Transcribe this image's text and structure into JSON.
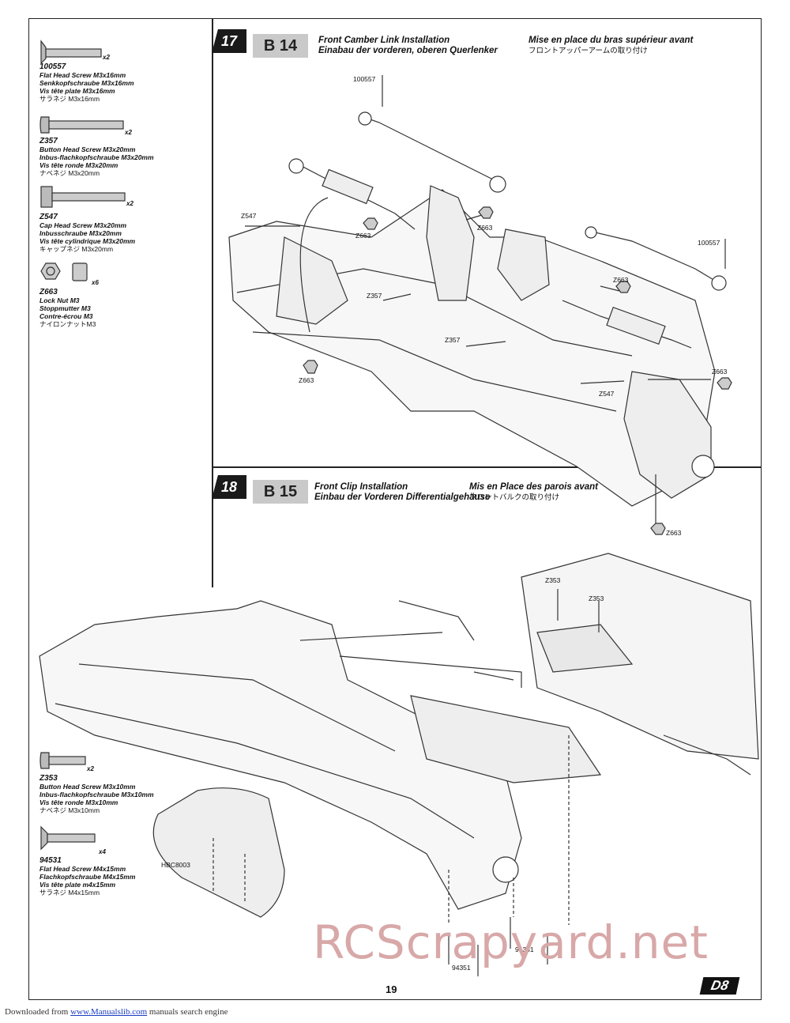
{
  "parts_top": [
    {
      "code": "100557",
      "qty": "x2",
      "en": "Flat Head Screw M3x16mm",
      "de": "Senkkopfschraube M3x16mm",
      "fr": "Vis tête plate M3x16mm",
      "jp": "サラネジ M3x16mm"
    },
    {
      "code": "Z357",
      "qty": "x2",
      "en": "Button Head Screw M3x20mm",
      "de": "Inbus-flachkopfschraube M3x20mm",
      "fr": "Vis tête ronde M3x20mm",
      "jp": "ナベネジ M3x20mm"
    },
    {
      "code": "Z547",
      "qty": "x2",
      "en": "Cap Head Screw M3x20mm",
      "de": "Inbusschraube M3x20mm",
      "fr": "Vis tête cylindrique M3x20mm",
      "jp": "キャップネジ M3x20mm"
    },
    {
      "code": "Z663",
      "qty": "x6",
      "en": "Lock Nut M3",
      "de": "Stoppmutter M3",
      "fr": "Contre-écrou M3",
      "jp": "ナイロンナットM3"
    }
  ],
  "parts_bottom": [
    {
      "code": "Z353",
      "qty": "x2",
      "en": "Button Head Screw M3x10mm",
      "de": "Inbus-flachkopfschraube M3x10mm",
      "fr": "Vis tête ronde M3x10mm",
      "jp": "ナベネジ M3x10mm"
    },
    {
      "code": "94531",
      "qty": "x4",
      "en": "Flat Head Screw M4x15mm",
      "de": "Flachkopfschraube M4x15mm",
      "fr": "Vis tête plate m4x15mm",
      "jp": "サラネジ M4x15mm"
    }
  ],
  "step17": {
    "num": "17",
    "code": "B 14",
    "en": "Front Camber Link Installation",
    "de": "Einabau der vorderen, oberen Querlenker",
    "fr": "Mise en place du bras supérieur avant",
    "jp": "フロントアッパーアームの取り付け"
  },
  "step18": {
    "num": "18",
    "code": "B 15",
    "en": "Front Clip Installation",
    "de": "Einbau der Vorderen Differentialgehäuse",
    "fr": "Mis en Place des parois avant",
    "jp": "フロントバルクの取り付け"
  },
  "callouts": {
    "s17": [
      "100557",
      "Z547",
      "Z663",
      "Z663",
      "100557",
      "Z357",
      "Z663",
      "Z357",
      "Z663",
      "Z663",
      "Z547",
      "Z663"
    ],
    "s18": [
      "Z353",
      "Z353",
      "HBC8003",
      "94351",
      "94351"
    ]
  },
  "page_number": "19",
  "brand_logo": "D8",
  "watermark": "RCScrapyard.net",
  "footer": {
    "prefix": "Downloaded from ",
    "link": "www.Manualslib.com",
    "suffix": " manuals search engine"
  }
}
